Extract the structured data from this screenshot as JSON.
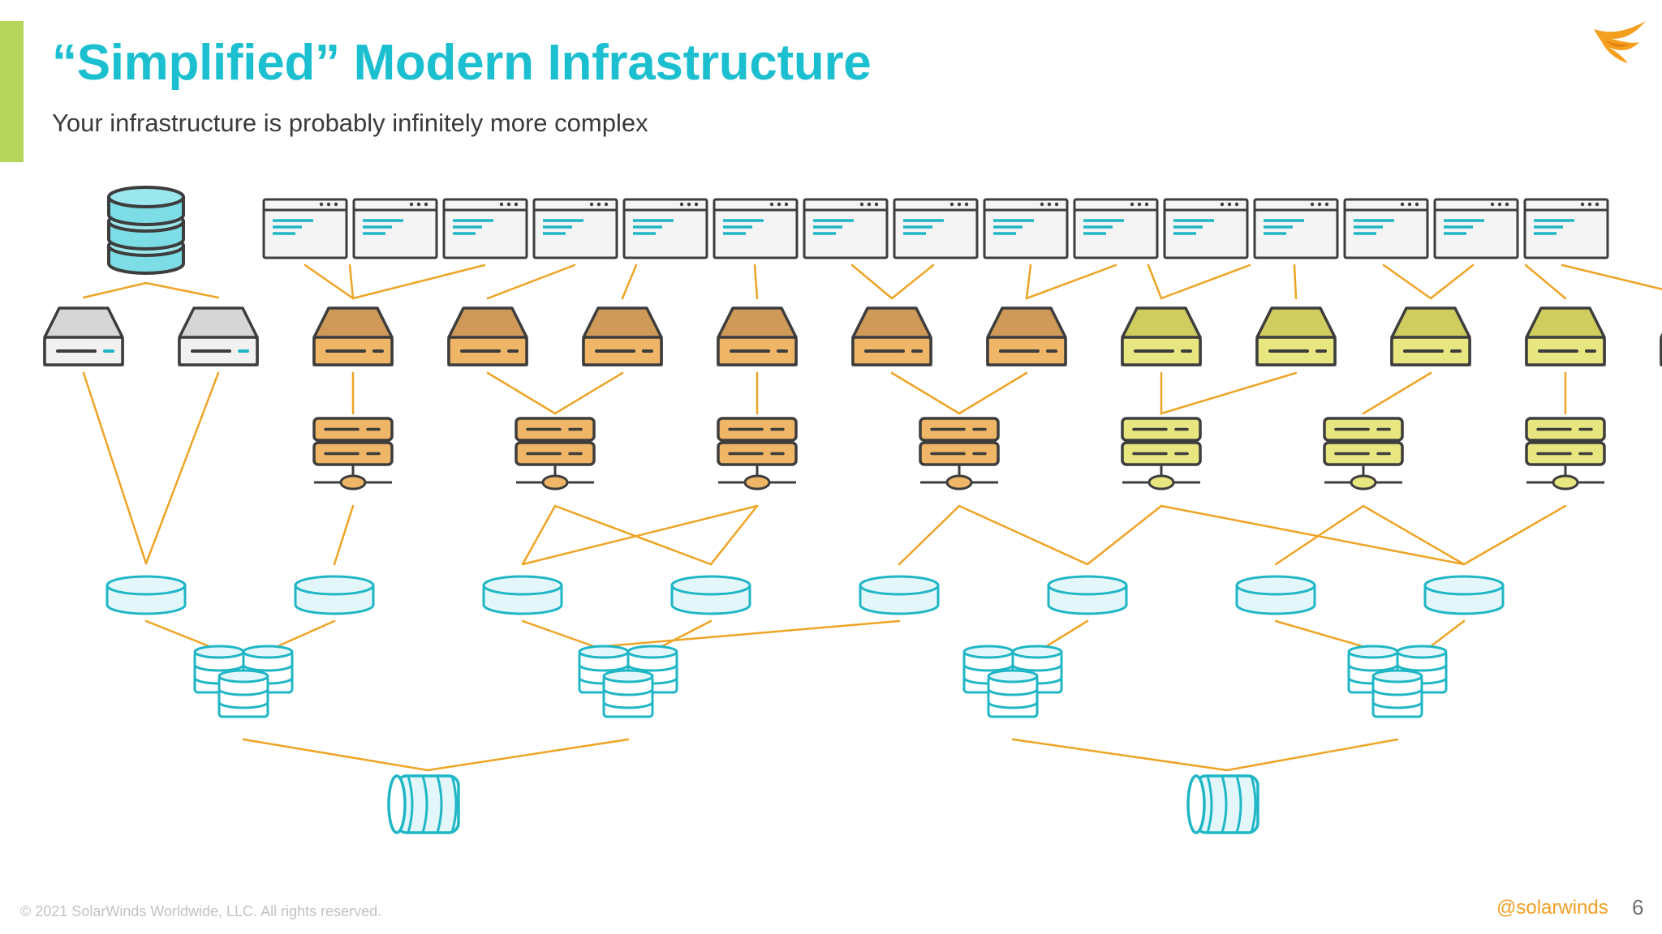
{
  "slide": {
    "title": "“Simplified” Modern Infrastructure",
    "subtitle": "Your infrastructure is probably infinitely more complex",
    "copyright": "© 2021 SolarWinds Worldwide, LLC. All rights reserved.",
    "handle": "@solarwinds",
    "page_number": "6",
    "logo_icon": "solarwinds-flame-icon"
  },
  "colors": {
    "accent_bar": "#b5d55a",
    "title": "#1bbfd0",
    "link": "#eea425",
    "outline": "#3d3d3d",
    "teal": "#1fb6c6",
    "teal_light": "#e3f7fa",
    "gray_drive": "#d6d6d6",
    "orange_drive": "#cf9a58",
    "orange_server": "#f0b668",
    "yellow_drive": "#cfcd5e",
    "yellow_server": "#e8e680"
  },
  "diagram": {
    "icons": {
      "database_stack": "database-stack-icon",
      "browser_window": "browser-window-icon",
      "gray_drive": "hard-drive-icon",
      "orange_drive": "hard-drive-icon",
      "yellow_drive": "hard-drive-icon",
      "server": "network-server-icon",
      "disk": "disk-icon",
      "disk_cluster": "storage-cluster-icon",
      "tape_cylinder": "cylinder-storage-icon"
    },
    "counts": {
      "browser_windows": 15,
      "drives": 13,
      "servers": 7,
      "disks": 8,
      "disk_clusters": 4,
      "cylinders": 2
    }
  }
}
